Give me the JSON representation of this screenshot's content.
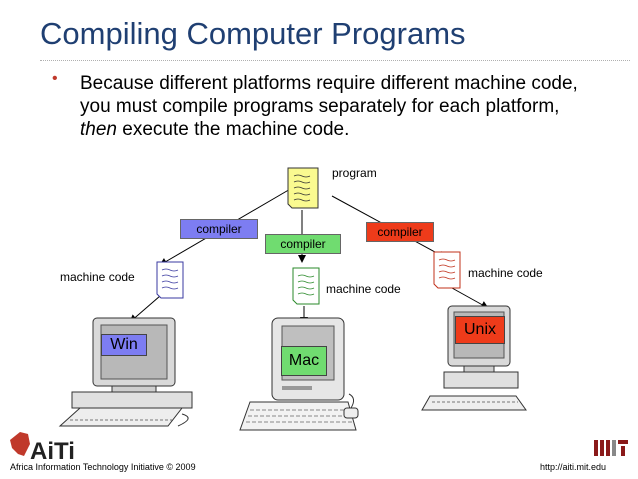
{
  "slide": {
    "title": "Compiling Computer Programs",
    "bullet_part1": "Because different platforms require different machine code, you must compile programs separately for each platform, ",
    "bullet_emph": "then",
    "bullet_part2": " execute the machine code."
  },
  "diagram": {
    "program_label": "program",
    "compilers": [
      {
        "label": "compiler",
        "color": "#7d7df2"
      },
      {
        "label": "compiler",
        "color": "#70dc70"
      },
      {
        "label": "compiler",
        "color": "#ee3b1a"
      }
    ],
    "machine_code_labels": [
      "machine code",
      "machine code",
      "machine code"
    ],
    "platforms": [
      {
        "label": "Win",
        "color": "#7d7df2"
      },
      {
        "label": "Mac",
        "color": "#70dc70"
      },
      {
        "label": "Unix",
        "color": "#ee3b1a"
      }
    ]
  },
  "footer": {
    "logo_text": "AiTi",
    "left": "Africa Information Technology Initiative © 2009",
    "right": "http://aiti.mit.edu",
    "mit_logo": "MIT"
  }
}
